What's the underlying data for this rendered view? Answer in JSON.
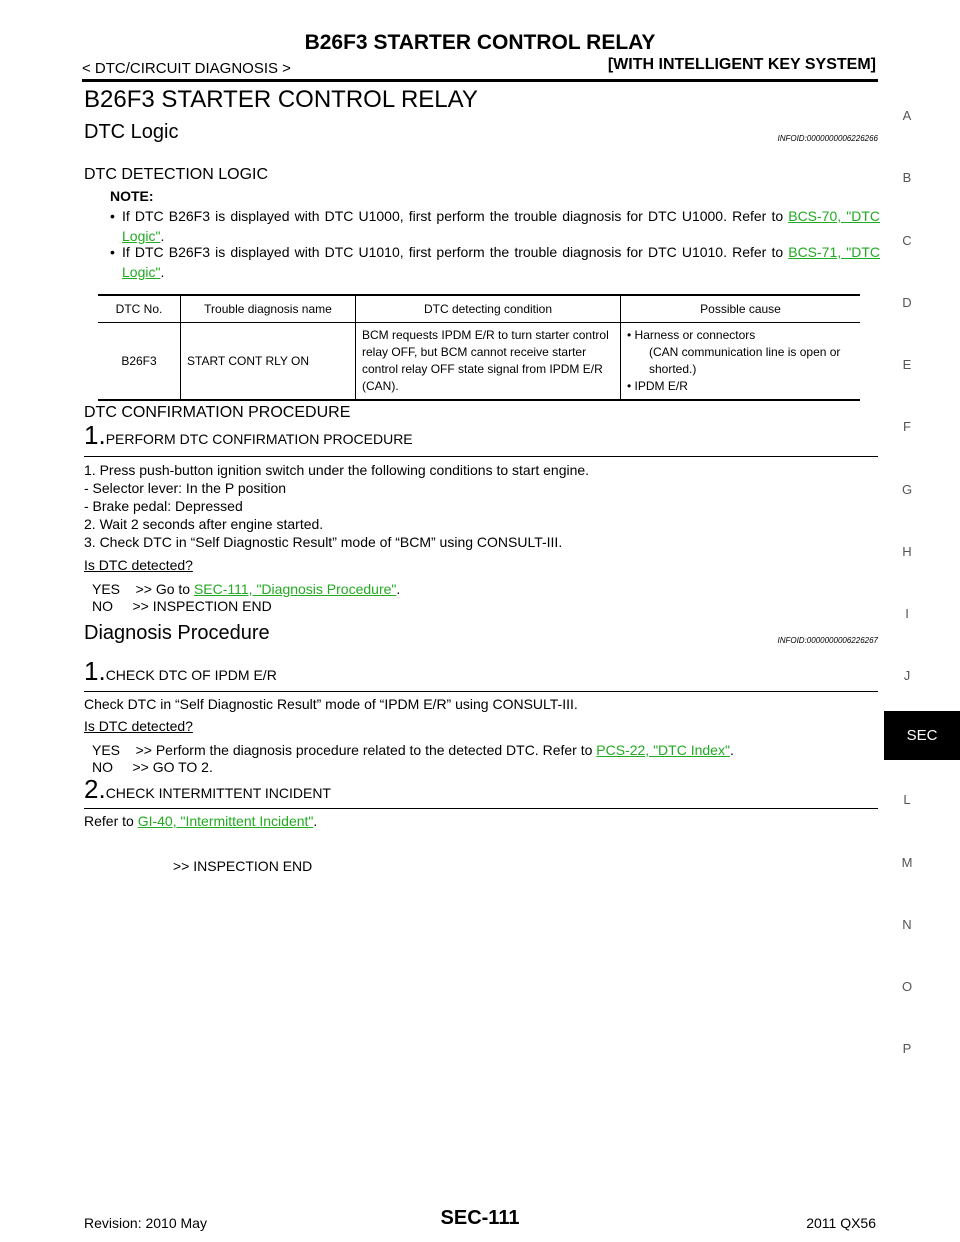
{
  "header": {
    "title": "B26F3 STARTER CONTROL RELAY",
    "breadcrumb": "< DTC/CIRCUIT DIAGNOSIS >",
    "system": "[WITH INTELLIGENT KEY SYSTEM]"
  },
  "page_title": "B26F3 STARTER CONTROL RELAY",
  "dtc_logic": {
    "heading": "DTC Logic",
    "infoid": "INFOID:0000000006226266",
    "subheading": "DTC DETECTION LOGIC",
    "note_label": "NOTE:",
    "notes": [
      {
        "text": "If DTC B26F3 is displayed with DTC U1000, first perform the trouble diagnosis for DTC U1000. Refer to ",
        "link": "BCS-70, \"DTC Logic\""
      },
      {
        "text": "If DTC B26F3 is displayed with DTC U1010, first perform the trouble diagnosis for DTC U1010. Refer to ",
        "link": "BCS-71, \"DTC Logic\""
      }
    ],
    "table": {
      "headers": [
        "DTC No.",
        "Trouble diagnosis name",
        "DTC detecting condition",
        "Possible cause"
      ],
      "row": {
        "dtc": "B26F3",
        "name": "START CONT RLY ON",
        "condition": "BCM requests IPDM E/R to turn starter control relay OFF, but BCM cannot receive starter control relay OFF state signal from IPDM E/R (CAN).",
        "causes": [
          "Harness or connectors",
          "(CAN communication line is open or shorted.)",
          "IPDM E/R"
        ]
      }
    }
  },
  "confirmation": {
    "heading": "DTC CONFIRMATION PROCEDURE",
    "step_num": "1.",
    "step_title": "PERFORM DTC CONFIRMATION PROCEDURE",
    "lines": [
      "1. Press push-button ignition switch under the following conditions to start engine.",
      "-   Selector lever: In the P position",
      "-   Brake pedal: Depressed",
      "2. Wait 2 seconds after engine started.",
      "3. Check DTC in “Self Diagnostic Result” mode of “BCM” using CONSULT-III."
    ],
    "question": "Is DTC detected?",
    "yes_prefix": "YES    >> Go to ",
    "yes_link": "SEC-111, \"Diagnosis Procedure\"",
    "no_text": "NO     >> INSPECTION END"
  },
  "diagnosis": {
    "heading": "Diagnosis Procedure",
    "infoid": "INFOID:0000000006226267",
    "step1_num": "1.",
    "step1_title": "CHECK DTC OF IPDM E/R",
    "step1_body": "Check DTC in “Self Diagnostic Result” mode of “IPDM E/R” using CONSULT-III.",
    "question": "Is DTC detected?",
    "yes_prefix": "YES    >> Perform the diagnosis procedure related to the detected DTC. Refer to ",
    "yes_link": "PCS-22, \"DTC Index\"",
    "no_text": "NO     >> GO TO 2.",
    "step2_num": "2.",
    "step2_title": "CHECK INTERMITTENT INCIDENT",
    "step2_prefix": "Refer to ",
    "step2_link": "GI-40, \"Intermittent Incident\"",
    "end_text": ">> INSPECTION END"
  },
  "side_index": [
    "A",
    "B",
    "C",
    "D",
    "E",
    "F",
    "G",
    "H",
    "I",
    "J",
    "L",
    "M",
    "N",
    "O",
    "P"
  ],
  "side_active": "SEC",
  "footer": {
    "page": "SEC-111",
    "revision": "Revision: 2010 May",
    "model": "2011 QX56"
  },
  "colors": {
    "link": "#22aa22",
    "tab_bg": "#000000"
  }
}
